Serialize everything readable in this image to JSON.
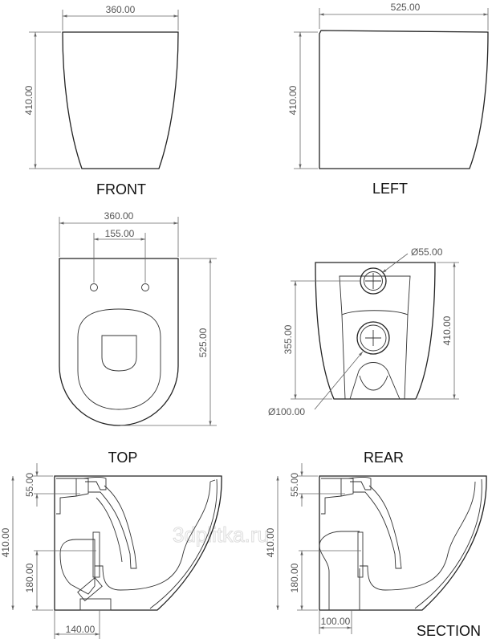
{
  "drawing": {
    "views": {
      "front": {
        "label": "FRONT",
        "width": "360.00",
        "height": "410.00"
      },
      "left": {
        "label": "LEFT",
        "depth": "525.00",
        "height": "410.00"
      },
      "top": {
        "label": "TOP",
        "width": "360.00",
        "hole_spacing": "155.00",
        "depth": "525.00"
      },
      "rear": {
        "label": "REAR",
        "inlet_diameter": "Ø55.00",
        "outlet_diameter": "Ø100.00",
        "inlet_height": "355.00",
        "height": "410.00"
      },
      "section": {
        "label": "SECTION",
        "left": {
          "rim_offset": "55.00",
          "height": "410.00",
          "outlet_height": "180.00",
          "outlet_distance": "140.00"
        },
        "right": {
          "rim_offset": "55.00",
          "height": "410.00",
          "outlet_height": "180.00",
          "outlet_distance": "100.00"
        }
      }
    },
    "watermark": "3dplitka.ru"
  }
}
